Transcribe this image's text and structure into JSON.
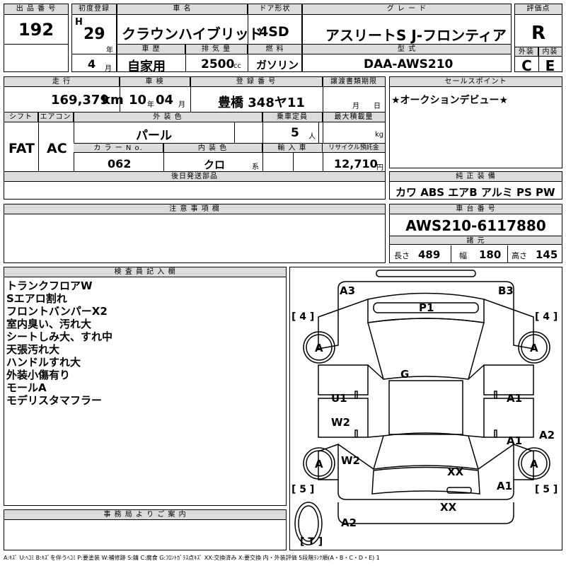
{
  "header": {
    "lot_no_label": "出 品 番 号",
    "lot_no": "192",
    "first_reg_label": "初度登録",
    "era": "H",
    "year": "29",
    "year_unit": "年",
    "month": "4",
    "month_unit": "月",
    "car_name_label": "車 名",
    "car_name": "クラウンハイブリッド",
    "car_history_label": "車 歴",
    "car_history": "自家用",
    "displacement_label": "排 気 量",
    "displacement": "2500",
    "displacement_unit": "cc",
    "door_label": "ドア形状",
    "door": "4SD",
    "fuel_label": "燃 料",
    "fuel": "ガソリン",
    "grade_label": "グ レ ー ド",
    "grade": "アスリートS J-フロンティア",
    "model_label": "型 式",
    "model": "DAA-AWS210",
    "score_label": "評価点",
    "score": "R",
    "ext_label": "外装",
    "int_label": "内装",
    "ext_score": "C",
    "int_score": "E"
  },
  "row2": {
    "mileage_label": "走 行",
    "mileage": "169,379",
    "mileage_unit": "km",
    "inspection_label": "車 検",
    "insp_year": "10",
    "insp_year_unit": "年",
    "insp_month": "04",
    "insp_month_unit": "月",
    "reg_label": "登 録 番 号",
    "reg_no": "豊橋 348ヤ11",
    "transfer_label": "譲渡書類期限",
    "transfer_month": "月",
    "transfer_day": "日"
  },
  "row3": {
    "shift_label": "シフト",
    "shift": "FAT",
    "ac_label": "エアコン",
    "ac": "AC",
    "ext_color_label": "外 装 色",
    "ext_color": "パール",
    "capacity_label": "乗車定員",
    "capacity": "5",
    "capacity_unit": "人",
    "max_load_label": "最大積載量",
    "max_load_unit": "kg",
    "color_no_label": "カ ラ ー N o.",
    "color_no": "062",
    "int_color_label": "内 装 色",
    "int_color": "クロ",
    "int_color_unit": "系",
    "import_label": "輸 入 車",
    "recycle_label": "リサイクル預託金",
    "recycle": "12,710",
    "recycle_unit": "円"
  },
  "sales_point": {
    "label": "セールスポイント",
    "text": "★オークションデビュー★"
  },
  "later_parts": {
    "label": "後日発送部品"
  },
  "equipment": {
    "label": "純 正 装 備",
    "items": "カワ ABS エアB アルミ PS PW"
  },
  "notes": {
    "label": "注 意 事 項 欄"
  },
  "chassis": {
    "label": "車 台 番 号",
    "number": "AWS210-6117880",
    "dims_label": "諸 元",
    "length_label": "長さ",
    "length": "489",
    "width_label": "幅",
    "width": "180",
    "height_label": "高さ",
    "height": "145"
  },
  "inspector": {
    "label": "検 査 員 記 入 欄",
    "lines": [
      "トランクフロアW",
      "Sエアロ割れ",
      "フロントバンパーX2",
      "室内臭い、汚れ大",
      "シートしみ大、すれ中",
      "天張汚れ大",
      "ハンドルすれ大",
      "外装小傷有り",
      "モールA",
      "モデリスタマフラー"
    ]
  },
  "office": {
    "label": "事 務 局 よ り ご 案 内"
  },
  "diagram": {
    "marks": {
      "a3": "A3",
      "b3": "B3",
      "p1": "P1",
      "g": "G",
      "u1": "U1",
      "w2a": "W2",
      "w2b": "W2",
      "a1a": "A1",
      "a1b": "A1",
      "a1c": "A1",
      "a2r": "A2",
      "xx1": "XX",
      "xx2": "XX",
      "a2b": "A2",
      "tire_fl": "A",
      "tire_fr": "A",
      "tire_rl": "A",
      "tire_rr": "A",
      "tread_fl": "[ 4 ]",
      "tread_fr": "[ 4 ]",
      "tread_rl": "[ 5 ]",
      "tread_rr": "[ 5 ]",
      "spare": "[ T ]"
    }
  },
  "legend": "A:ｷｽﾞ U:ﾍｺﾐ B:ｷｽﾞを伴うﾍｺﾐ P:要塗装 W:補修跡 S:錆 C:腐食 G:ﾌﾛﾝﾄｶﾞﾗｽ点ｷｽﾞ XX:交換済み X:要交換 内・外装評価 5段階ﾗﾝｸ順(A・B・C・D・E) 1"
}
